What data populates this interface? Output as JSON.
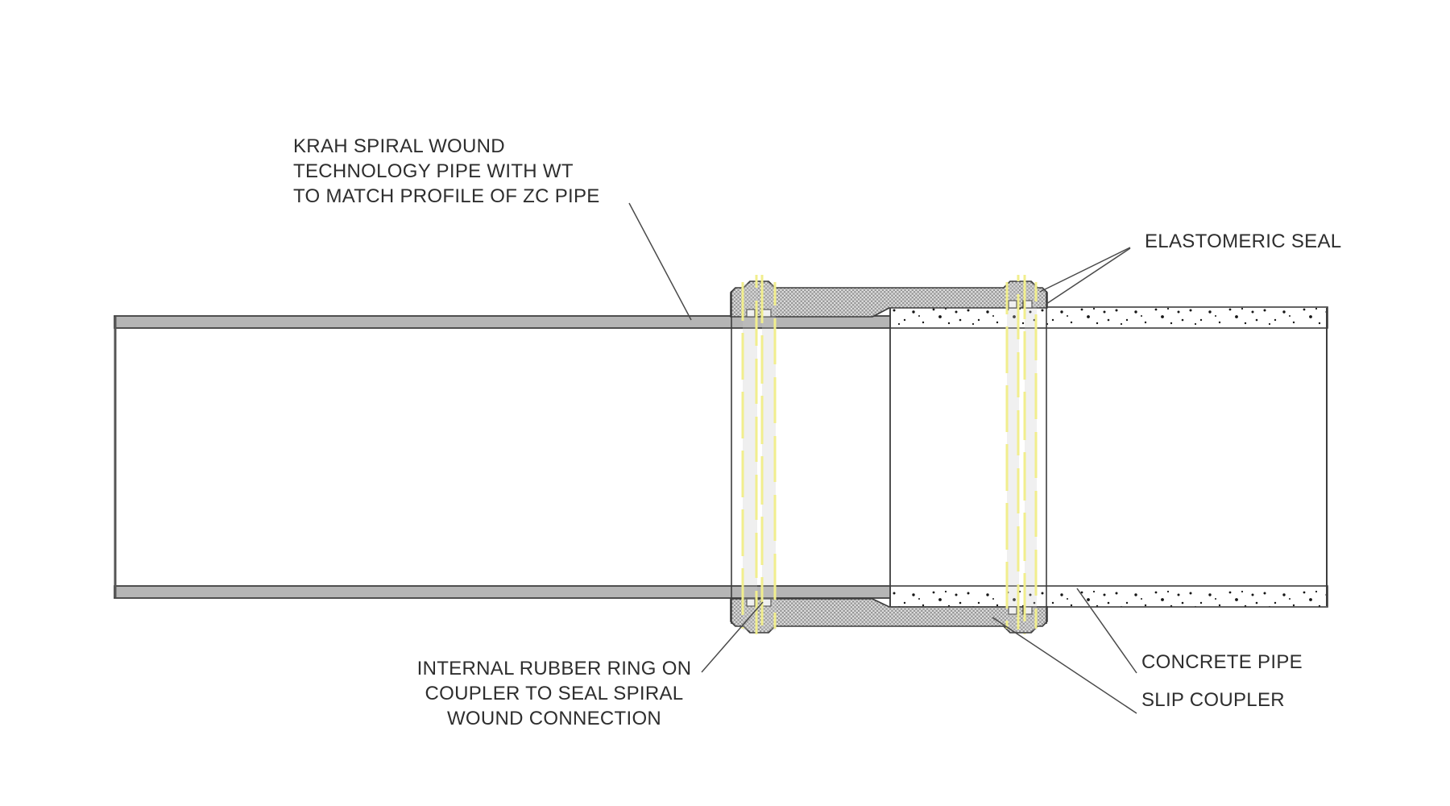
{
  "diagram": {
    "type": "technical-section-drawing",
    "subject": "Slip coupler joint between KRAH spiral wound pipe and concrete pipe",
    "labels": {
      "krah_pipe": {
        "lines": [
          "KRAH SPIRAL WOUND",
          "TECHNOLOGY PIPE WITH WT",
          "TO MATCH PROFILE OF ZC PIPE"
        ]
      },
      "elastomeric_seal": {
        "text": "ELASTOMERIC SEAL"
      },
      "internal_rubber_ring": {
        "lines": [
          "INTERNAL RUBBER RING ON",
          "COUPLER TO SEAL SPIRAL",
          "WOUND CONNECTION"
        ]
      },
      "concrete_pipe": {
        "text": "CONCRETE PIPE"
      },
      "slip_coupler": {
        "text": "SLIP COUPLER"
      }
    },
    "colors": {
      "background": "#ffffff",
      "outline": "#3d3d3d",
      "label_text": "#2e2e2e",
      "krah_wall_gray": "#b5b5b5",
      "coupler_hatch_light": "#dfdfdf",
      "coupler_hatch_dark": "#969696",
      "seal_yellow": "#f1ee8d",
      "seal_backing_gray": "#ededed",
      "concrete_speckle": "#161616",
      "leader_line": "#4a4a4a"
    }
  }
}
